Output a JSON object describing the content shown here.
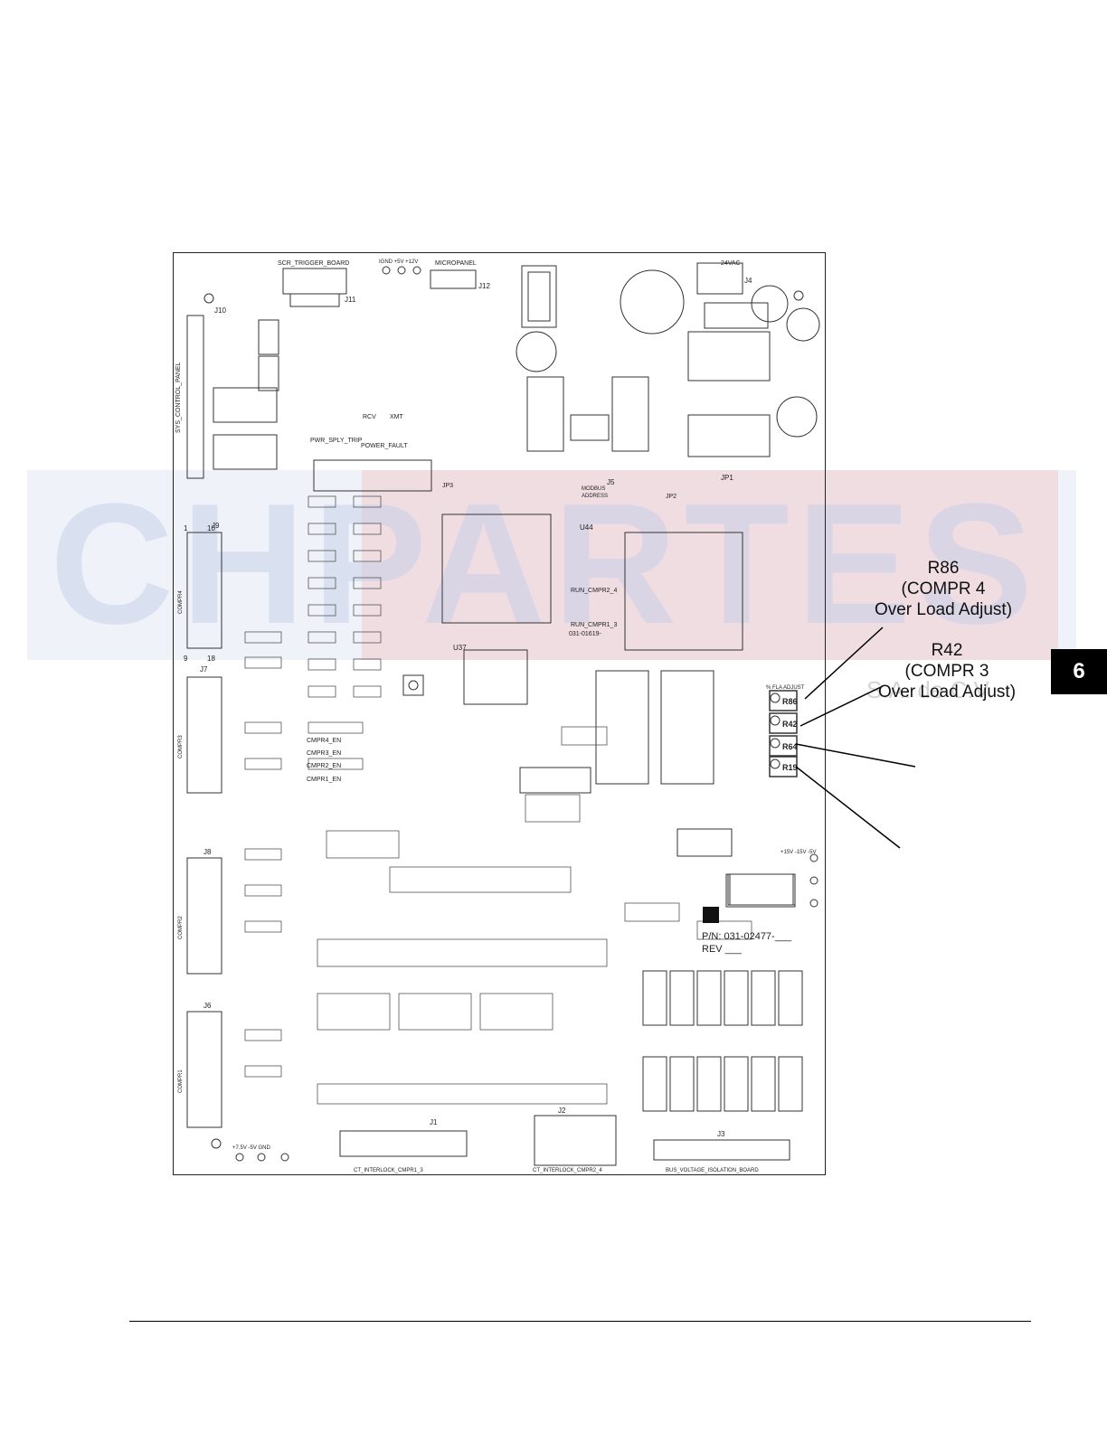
{
  "chapter_tab": "6",
  "board": {
    "part_number": "P/N: 031-02477-___",
    "revision": "REV ___",
    "silk_assembly": "031-01619-",
    "connectors": {
      "j10": "J10",
      "j9": "J9",
      "j7": "J7",
      "j8": "J8",
      "j6": "J6",
      "j1": "J1",
      "j2": "J2",
      "j3": "J3",
      "j4": "J4",
      "j5": "J5",
      "j11": "J11",
      "j12": "J12"
    },
    "labels": {
      "scr_trigger": "SCR_TRIGGER_BOARD",
      "micropanel": "MICROPANEL",
      "test_points_top": "IGND  +5V  +12V",
      "vac": "24VAC",
      "sys_control": "SYS_CONTROL_PANEL",
      "compr4": "COMPR4",
      "compr3": "COMPR3",
      "compr2": "COMPR2",
      "compr1": "COMPR1",
      "modbus": "MODBUS",
      "address": "ADDRESS",
      "run_cmpr2_4": "RUN_CMPR2_4",
      "run_cmpr1_3": "RUN_CMPR1_3",
      "pwr_sply_trip": "PWR_SPLY_TRIP",
      "power_fault": "POWER_FAULT",
      "rcv": "RCV",
      "xmt": "XMT",
      "en4": "CMPR4_EN",
      "en3": "CMPR3_EN",
      "en2": "CMPR2_EN",
      "en1": "CMPR1_EN",
      "ct_cmpr1_3": "CT_INTERLOCK_CMPR1_3",
      "ct_cmpr2_4": "CT_INTERLOCK_CMPR2_4",
      "bus_voltage": "BUS_VOLTAGE_ISOLATION_BOARD",
      "fla_adjust": "% FLA ADJUST",
      "u44": "U44",
      "u37": "U37",
      "jp1": "JP1",
      "jp2": "JP2",
      "jp3": "JP3",
      "tp_bottom": "+7.5V  -5V  GND",
      "tp_right": "+15V  -15V  -5V",
      "pin_1a": "1",
      "pin_10a": "10",
      "pin_9a": "9",
      "pin_18a": "18"
    },
    "pots": {
      "r86": "R86",
      "r42": "R42",
      "r64": "R64",
      "r19": "R19"
    }
  },
  "callouts": {
    "r86": {
      "line1": "R86",
      "line2": "(COMPR 4",
      "line3": "Over Load Adjust)"
    },
    "r42": {
      "line1": "R42",
      "line2": "(COMPR 3",
      "line3": "Over Load Adjust)"
    }
  },
  "watermark": {
    "main": "CHPARTES",
    "sub": "S.A. de C.V."
  }
}
